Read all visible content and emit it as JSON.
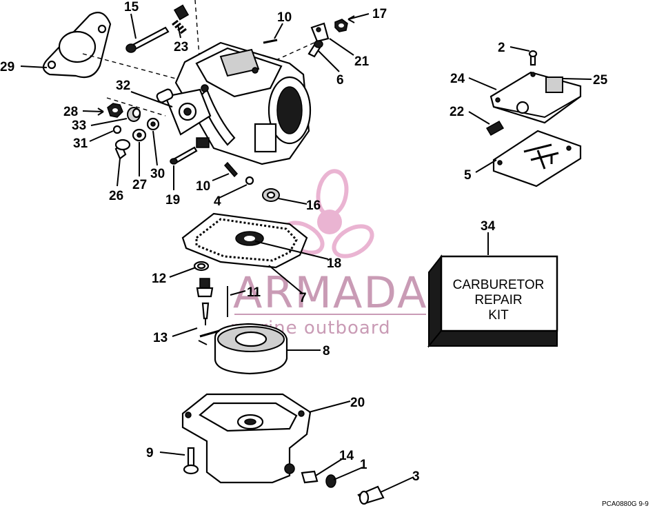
{
  "diagram": {
    "kit_box": {
      "lines": [
        "CARBURETOR",
        "REPAIR",
        "KIT"
      ],
      "number": "34"
    },
    "watermark": {
      "brand": "ARMADA",
      "subtitle": "marine outboard"
    },
    "drawing_code": "PCA0880G   9-9",
    "callouts": [
      {
        "id": "15",
        "label": "15"
      },
      {
        "id": "23",
        "label": "23"
      },
      {
        "id": "29",
        "label": "29"
      },
      {
        "id": "10a",
        "label": "10"
      },
      {
        "id": "17",
        "label": "17"
      },
      {
        "id": "21",
        "label": "21"
      },
      {
        "id": "6",
        "label": "6"
      },
      {
        "id": "2",
        "label": "2"
      },
      {
        "id": "24",
        "label": "24"
      },
      {
        "id": "25",
        "label": "25"
      },
      {
        "id": "22",
        "label": "22"
      },
      {
        "id": "5",
        "label": "5"
      },
      {
        "id": "32",
        "label": "32"
      },
      {
        "id": "28",
        "label": "28"
      },
      {
        "id": "33",
        "label": "33"
      },
      {
        "id": "31",
        "label": "31"
      },
      {
        "id": "26",
        "label": "26"
      },
      {
        "id": "27",
        "label": "27"
      },
      {
        "id": "30",
        "label": "30"
      },
      {
        "id": "19",
        "label": "19"
      },
      {
        "id": "10b",
        "label": "10"
      },
      {
        "id": "4",
        "label": "4"
      },
      {
        "id": "16",
        "label": "16"
      },
      {
        "id": "18",
        "label": "18"
      },
      {
        "id": "12",
        "label": "12"
      },
      {
        "id": "11",
        "label": "11"
      },
      {
        "id": "7",
        "label": "7"
      },
      {
        "id": "13",
        "label": "13"
      },
      {
        "id": "8",
        "label": "8"
      },
      {
        "id": "20",
        "label": "20"
      },
      {
        "id": "9",
        "label": "9"
      },
      {
        "id": "14",
        "label": "14"
      },
      {
        "id": "1",
        "label": "1"
      },
      {
        "id": "3",
        "label": "3"
      }
    ]
  }
}
